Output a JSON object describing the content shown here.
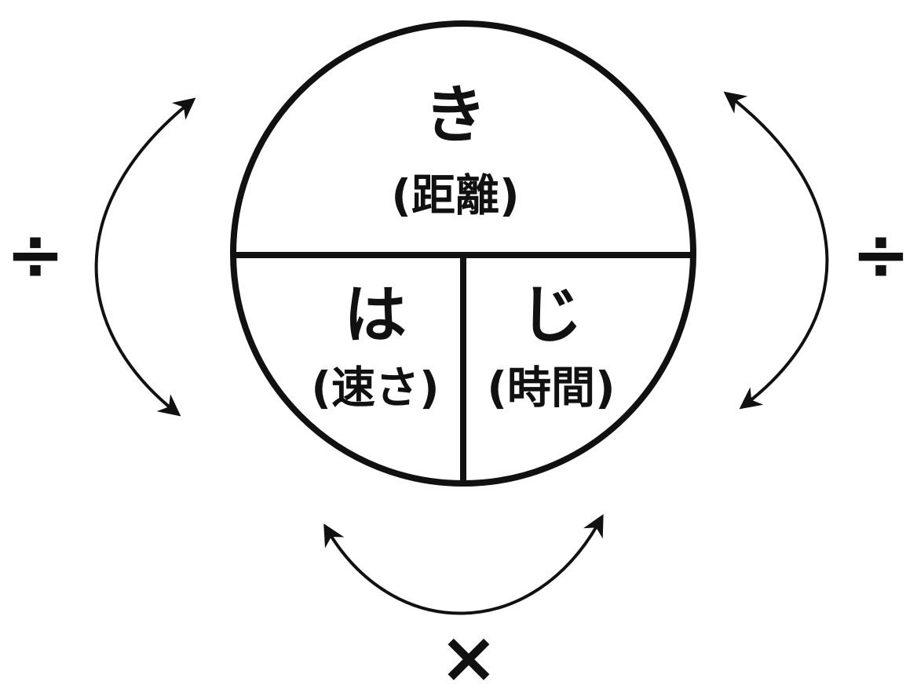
{
  "top": {
    "symbol": "き",
    "label": "(距離)"
  },
  "bottom_left": {
    "symbol": "は",
    "label": "(速さ)"
  },
  "bottom_right": {
    "symbol": "じ",
    "label": "(時間)"
  },
  "operators": {
    "left": "÷",
    "right": "÷",
    "bottom": "×"
  },
  "colors": {
    "stroke": "#111111",
    "background": "#ffffff"
  }
}
